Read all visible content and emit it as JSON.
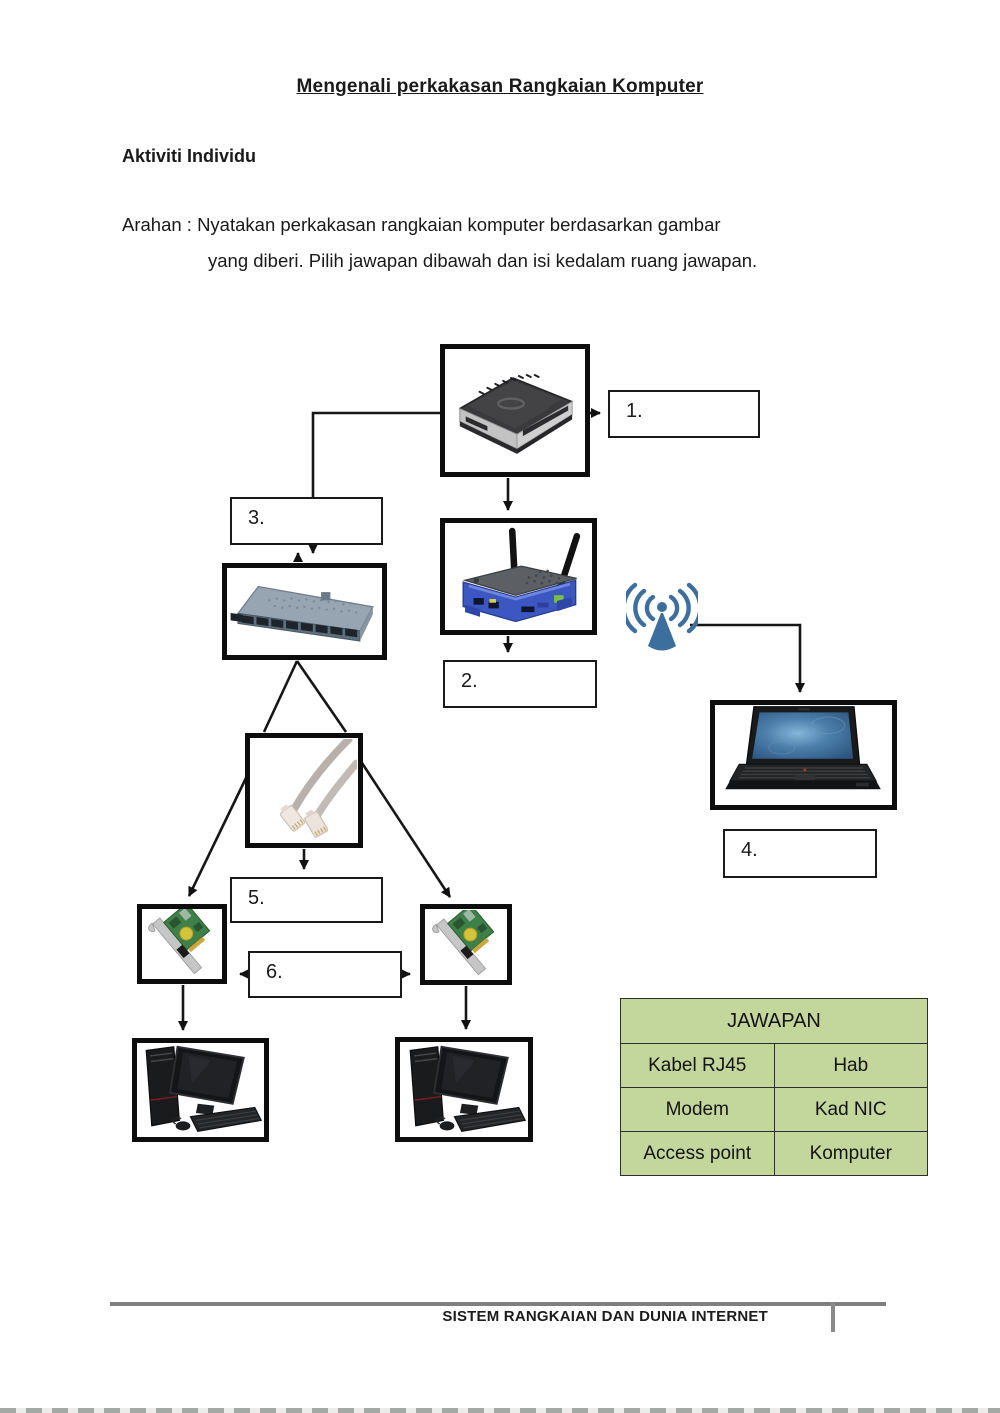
{
  "page": {
    "title": "Mengenali perkakasan Rangkaian Komputer",
    "activity_heading": "Aktiviti Individu",
    "instruction_line1": "Arahan : Nyatakan perkakasan rangkaian komputer berdasarkan gambar",
    "instruction_line2": "yang diberi. Pilih jawapan dibawah dan isi kedalam ruang jawapan."
  },
  "diagram": {
    "answer_boxes": [
      {
        "label": "1."
      },
      {
        "label": "2."
      },
      {
        "label": "3."
      },
      {
        "label": "4."
      },
      {
        "label": "5."
      },
      {
        "label": "6."
      }
    ],
    "devices": [
      {
        "id": "modem-photo"
      },
      {
        "id": "wireless-router-photo"
      },
      {
        "id": "hub-switch-photo"
      },
      {
        "id": "rj45-cable-photo"
      },
      {
        "id": "access-point-icon"
      },
      {
        "id": "laptop-photo"
      },
      {
        "id": "nic-card-photo-left"
      },
      {
        "id": "nic-card-photo-right"
      },
      {
        "id": "desktop-computer-photo-left"
      },
      {
        "id": "desktop-computer-photo-right"
      }
    ]
  },
  "answers_table": {
    "header": "JAWAPAN",
    "rows": [
      [
        "Kabel RJ45",
        "Hab"
      ],
      [
        "Modem",
        "Kad NIC"
      ],
      [
        "Access point",
        "Komputer"
      ]
    ]
  },
  "footer": {
    "text": "SISTEM RANGKAIAN DAN DUNIA INTERNET"
  },
  "colors": {
    "table_green": "#c3d69b",
    "access_point_blue": "#3d6f9e",
    "footer_gray": "#7f7f7f"
  }
}
